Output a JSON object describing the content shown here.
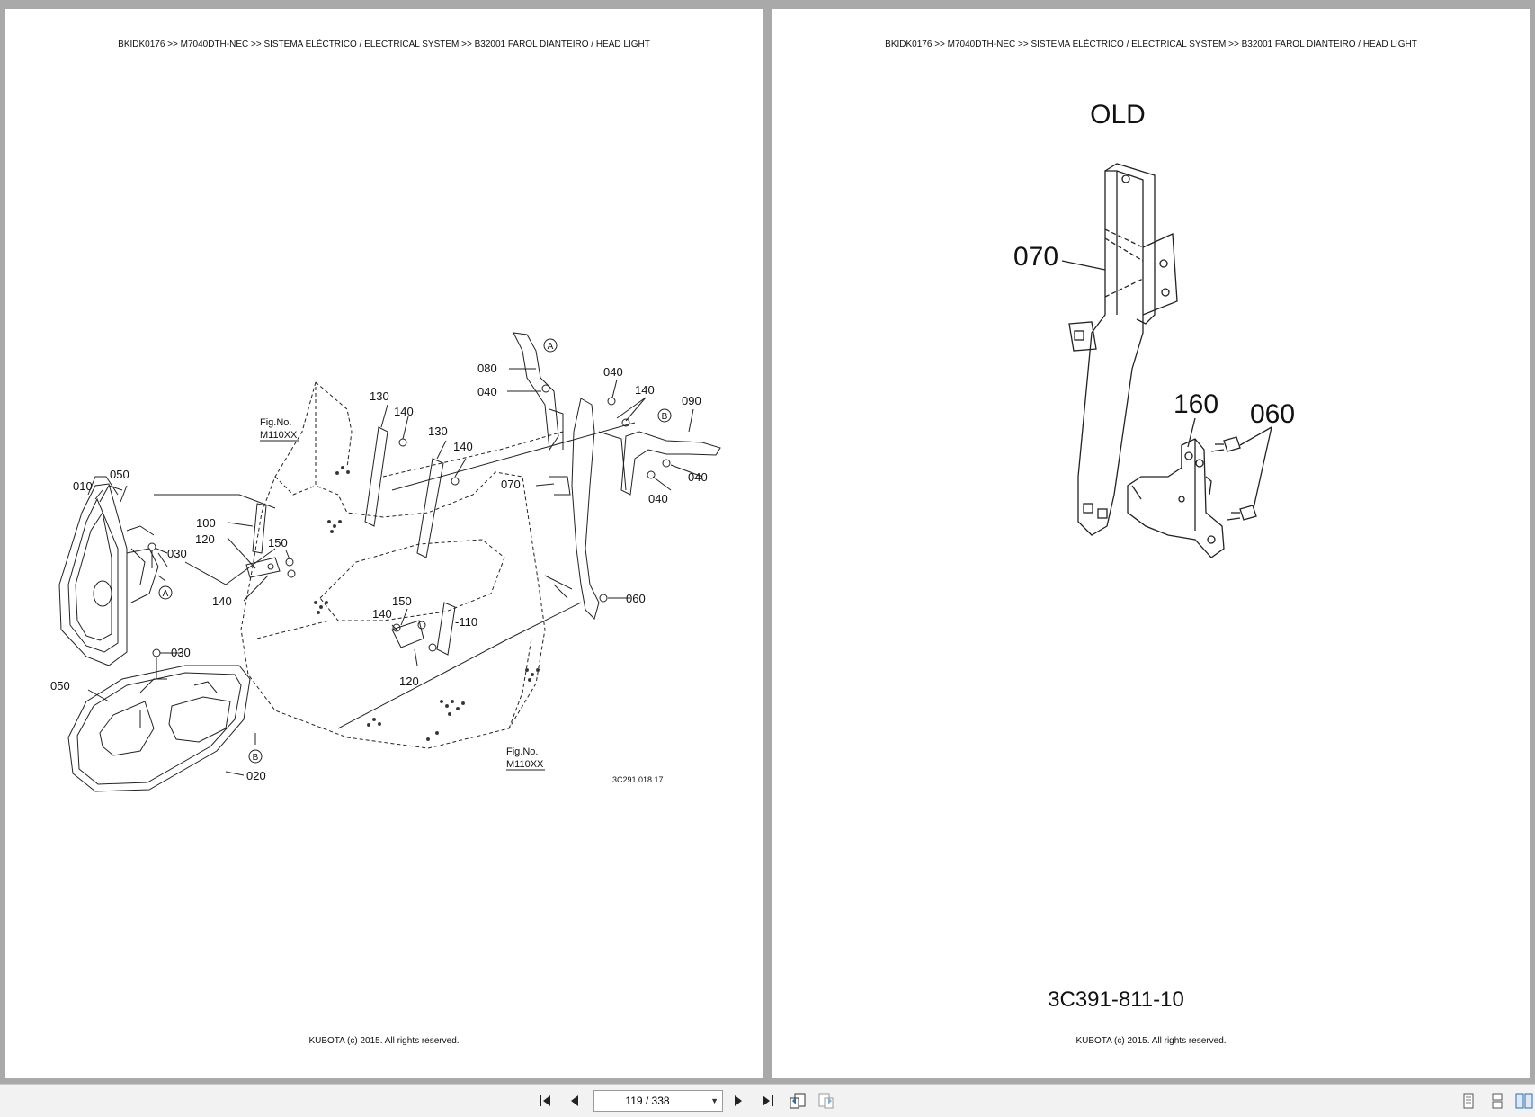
{
  "document": {
    "breadcrumb": "BKIDK0176 >> M7040DTH-NEC >> SISTEMA ELÉCTRICO / ELECTRICAL SYSTEM >> B32001   FAROL DIANTEIRO / HEAD LIGHT",
    "copyright": "KUBOTA (c) 2015. All rights reserved."
  },
  "left_page": {
    "fig_ref_1": "Fig.No.",
    "fig_ref_1b": "M110XX",
    "fig_ref_2": "Fig.No.",
    "fig_ref_2b": "M110XX",
    "drawing_code": "3C291  018  17",
    "callouts": {
      "c010": "010",
      "c050a": "050",
      "c030a": "030",
      "c100": "100",
      "c120a": "120",
      "c150a": "150",
      "c140a": "140",
      "c130a": "130",
      "c140b": "140",
      "c130b": "130",
      "c140c": "140",
      "c080": "080",
      "c040a": "040",
      "c040b": "040",
      "c140d": "140",
      "c090": "090",
      "c040c": "040",
      "c040d": "040",
      "c070": "070",
      "c060": "060",
      "c150b": "150",
      "c140e": "140",
      "c110": "-110",
      "c120b": "120",
      "c030b": "030",
      "c050b": "050",
      "c020": "020",
      "markA1": "A",
      "markA2": "A",
      "markB1": "B",
      "markB2": "B"
    }
  },
  "right_page": {
    "heading": "OLD",
    "callouts": {
      "c070": "070",
      "c160": "160",
      "c060": "060"
    },
    "drawing_code": "3C391-811-10"
  },
  "toolbar": {
    "page_indicator": "119 / 338",
    "icons": [
      "first-page-icon",
      "prev-page-icon",
      "next-page-icon",
      "last-page-icon",
      "go-back-icon",
      "go-forward-icon",
      "single-page-view-icon",
      "continuous-view-icon",
      "two-page-view-icon"
    ]
  }
}
